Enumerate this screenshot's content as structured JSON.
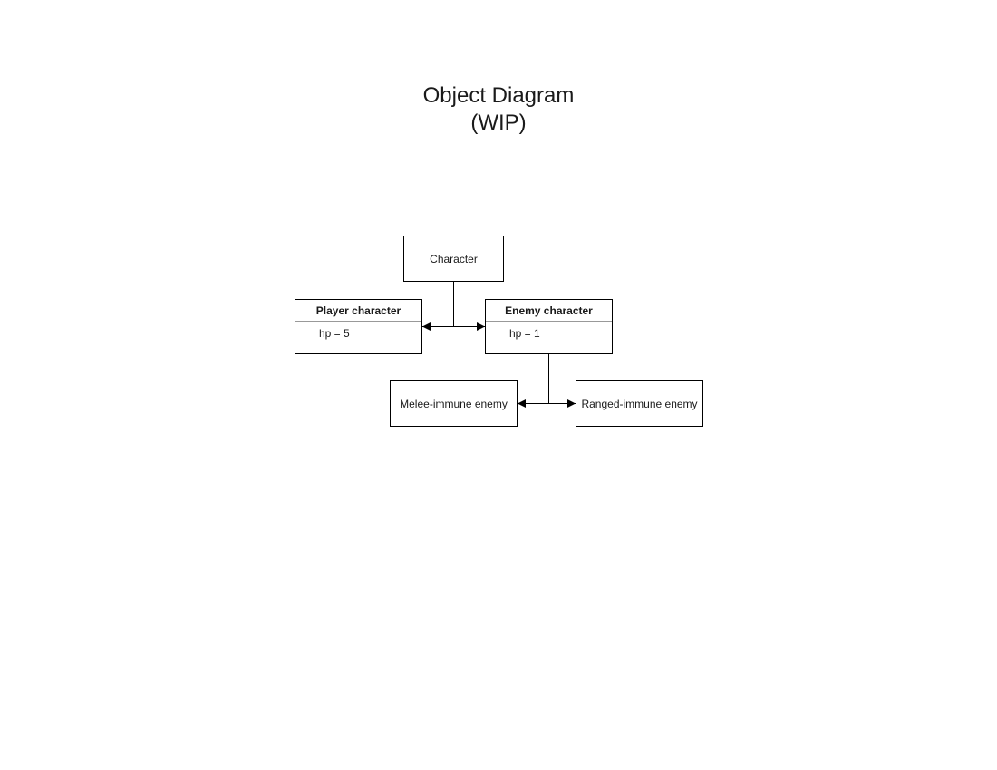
{
  "diagram": {
    "title_line1": "Object Diagram",
    "title_line2": "(WIP)",
    "nodes": {
      "character": {
        "label": "Character"
      },
      "player_character": {
        "label": "Player character",
        "attribute": "hp = 5"
      },
      "enemy_character": {
        "label": "Enemy character",
        "attribute": "hp = 1"
      },
      "melee_immune_enemy": {
        "label": "Melee-immune enemy"
      },
      "ranged_immune_enemy": {
        "label": "Ranged-immune enemy"
      }
    },
    "edges": [
      {
        "from": "character",
        "to": "player_character"
      },
      {
        "from": "character",
        "to": "enemy_character"
      },
      {
        "from": "enemy_character",
        "to": "melee_immune_enemy"
      },
      {
        "from": "enemy_character",
        "to": "ranged_immune_enemy"
      }
    ],
    "colors": {
      "stroke": "#000000",
      "divider": "#999999",
      "background": "#ffffff"
    }
  }
}
